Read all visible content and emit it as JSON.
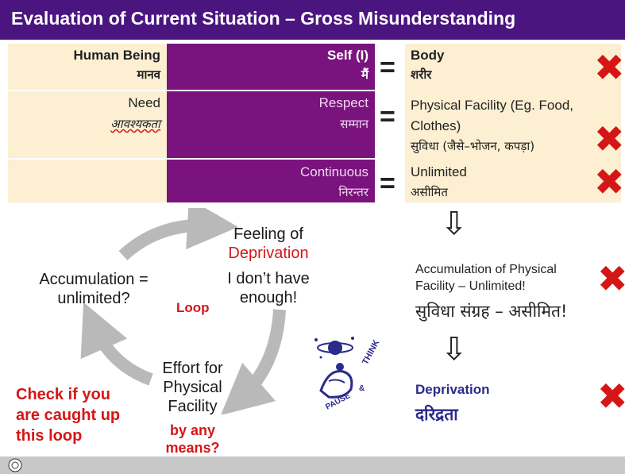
{
  "title": "Evaluation of Current Situation – Gross Misunderstanding",
  "table": {
    "rows": [
      {
        "left_en": "Human Being",
        "left_hi": "मानव",
        "mid_en": "Self (I)",
        "mid_hi": "मैं",
        "eq": "=",
        "right_en": "Body",
        "right_hi": "शरीर",
        "mark": "✖"
      },
      {
        "left_en": "Need",
        "left_hi": "आवश्यकता",
        "mid_en": "Respect",
        "mid_hi": "सम्मान",
        "eq": "=",
        "right_en": "Physical Facility (Eg. Food, Clothes)",
        "right_hi": "सुविधा (जैसे–भोजन, कपड़ा)",
        "mark": "✖"
      },
      {
        "left_en": "",
        "left_hi": "",
        "mid_en": "Continuous",
        "mid_hi": "निरन्तर",
        "eq": "=",
        "right_en": "Unlimited",
        "right_hi": "असीमित",
        "mark": "✖"
      }
    ]
  },
  "loop": {
    "feeling_line1": "Feeling of",
    "feeling_line2": "Deprivation",
    "dont_have_line1": "I don’t have",
    "dont_have_line2": "enough!",
    "accumulation_line1": "Accumulation =",
    "accumulation_line2": "unlimited?",
    "loop_label": "Loop",
    "effort_line1": "Effort for",
    "effort_line2": "Physical",
    "effort_line3": "Facility",
    "by_any_line1": "by any",
    "by_any_line2": "means?",
    "check_line1": "Check if you",
    "check_line2": "are caught up",
    "check_line3": "this loop",
    "pause_think": "PAUSE & THINK"
  },
  "right_flow": {
    "accum_line1": "Accumulation of Physical",
    "accum_line2": "Facility – Unlimited!",
    "accum_hi": "सुविधा संग्रह – असीमित!",
    "deprivation_en": "Deprivation",
    "deprivation_hi": "दरिद्रता",
    "mark": "✖",
    "arrow": "⇩"
  },
  "colors": {
    "title_bg": "#4b1580",
    "cream": "#fcefd2",
    "purple": "#7a137d",
    "red": "#d51616",
    "navy": "#2a2a8c",
    "gray_arrow": "#b9b9b9"
  }
}
